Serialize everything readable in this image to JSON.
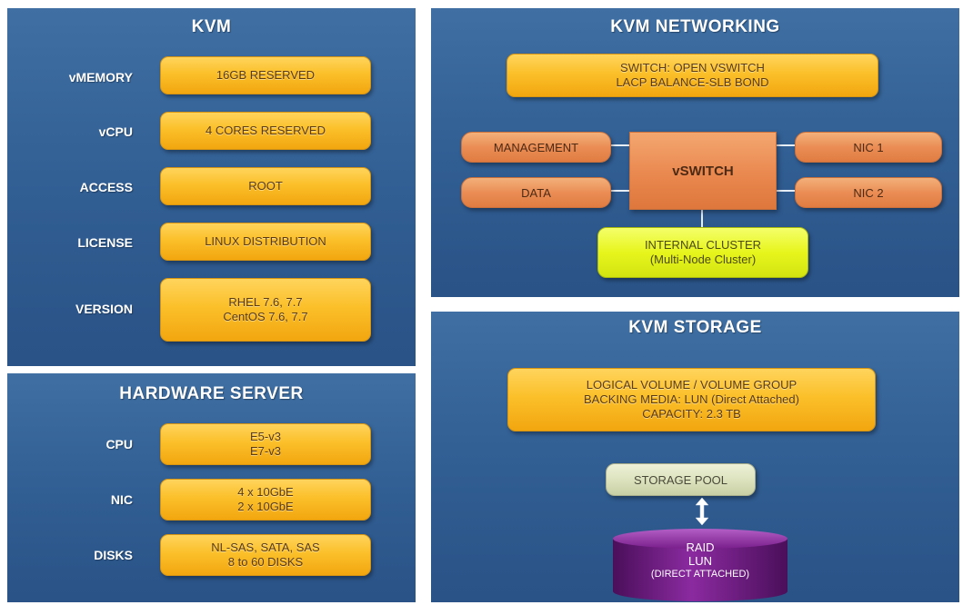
{
  "kvm": {
    "title": "KVM",
    "rows": [
      {
        "label": "vMEMORY",
        "lines": [
          "16GB RESERVED"
        ]
      },
      {
        "label": "vCPU",
        "lines": [
          "4 CORES RESERVED"
        ]
      },
      {
        "label": "ACCESS",
        "lines": [
          "ROOT"
        ]
      },
      {
        "label": "LICENSE",
        "lines": [
          "LINUX DISTRIBUTION"
        ]
      },
      {
        "label": "VERSION",
        "lines": [
          "RHEL 7.6, 7.7",
          "CentOS 7.6, 7.7"
        ]
      }
    ]
  },
  "hardware": {
    "title": "HARDWARE SERVER",
    "rows": [
      {
        "label": "CPU",
        "lines": [
          "E5-v3",
          "E7-v3"
        ]
      },
      {
        "label": "NIC",
        "lines": [
          "4 x 10GbE",
          "2 x 10GbE"
        ]
      },
      {
        "label": "DISKS",
        "lines": [
          "NL-SAS, SATA, SAS",
          "8 to 60 DISKS"
        ]
      }
    ]
  },
  "networking": {
    "title": "KVM NETWORKING",
    "switch_lines": [
      "SWITCH: OPEN VSWITCH",
      "LACP BALANCE-SLB BOND"
    ],
    "management": "MANAGEMENT",
    "data": "DATA",
    "vswitch": "vSWITCH",
    "nic1": "NIC 1",
    "nic2": "NIC 2",
    "cluster_lines": [
      "INTERNAL CLUSTER",
      "(Multi-Node Cluster)"
    ]
  },
  "storage": {
    "title": "KVM STORAGE",
    "volume_lines": [
      "LOGICAL VOLUME / VOLUME GROUP",
      "BACKING MEDIA: LUN (Direct Attached)",
      "CAPACITY: 2.3 TB"
    ],
    "pool": "STORAGE POOL",
    "raid_lines": [
      "RAID",
      "LUN",
      "(DIRECT ATTACHED)"
    ]
  },
  "colors": {
    "panel_blue": "#305d92",
    "box_yellow": "#fbc02a",
    "box_orange": "#e9884f",
    "cluster_yellow_green": "#e7f51c",
    "pool_beige": "#d9dfb9",
    "raid_purple": "#7a1f8c"
  }
}
